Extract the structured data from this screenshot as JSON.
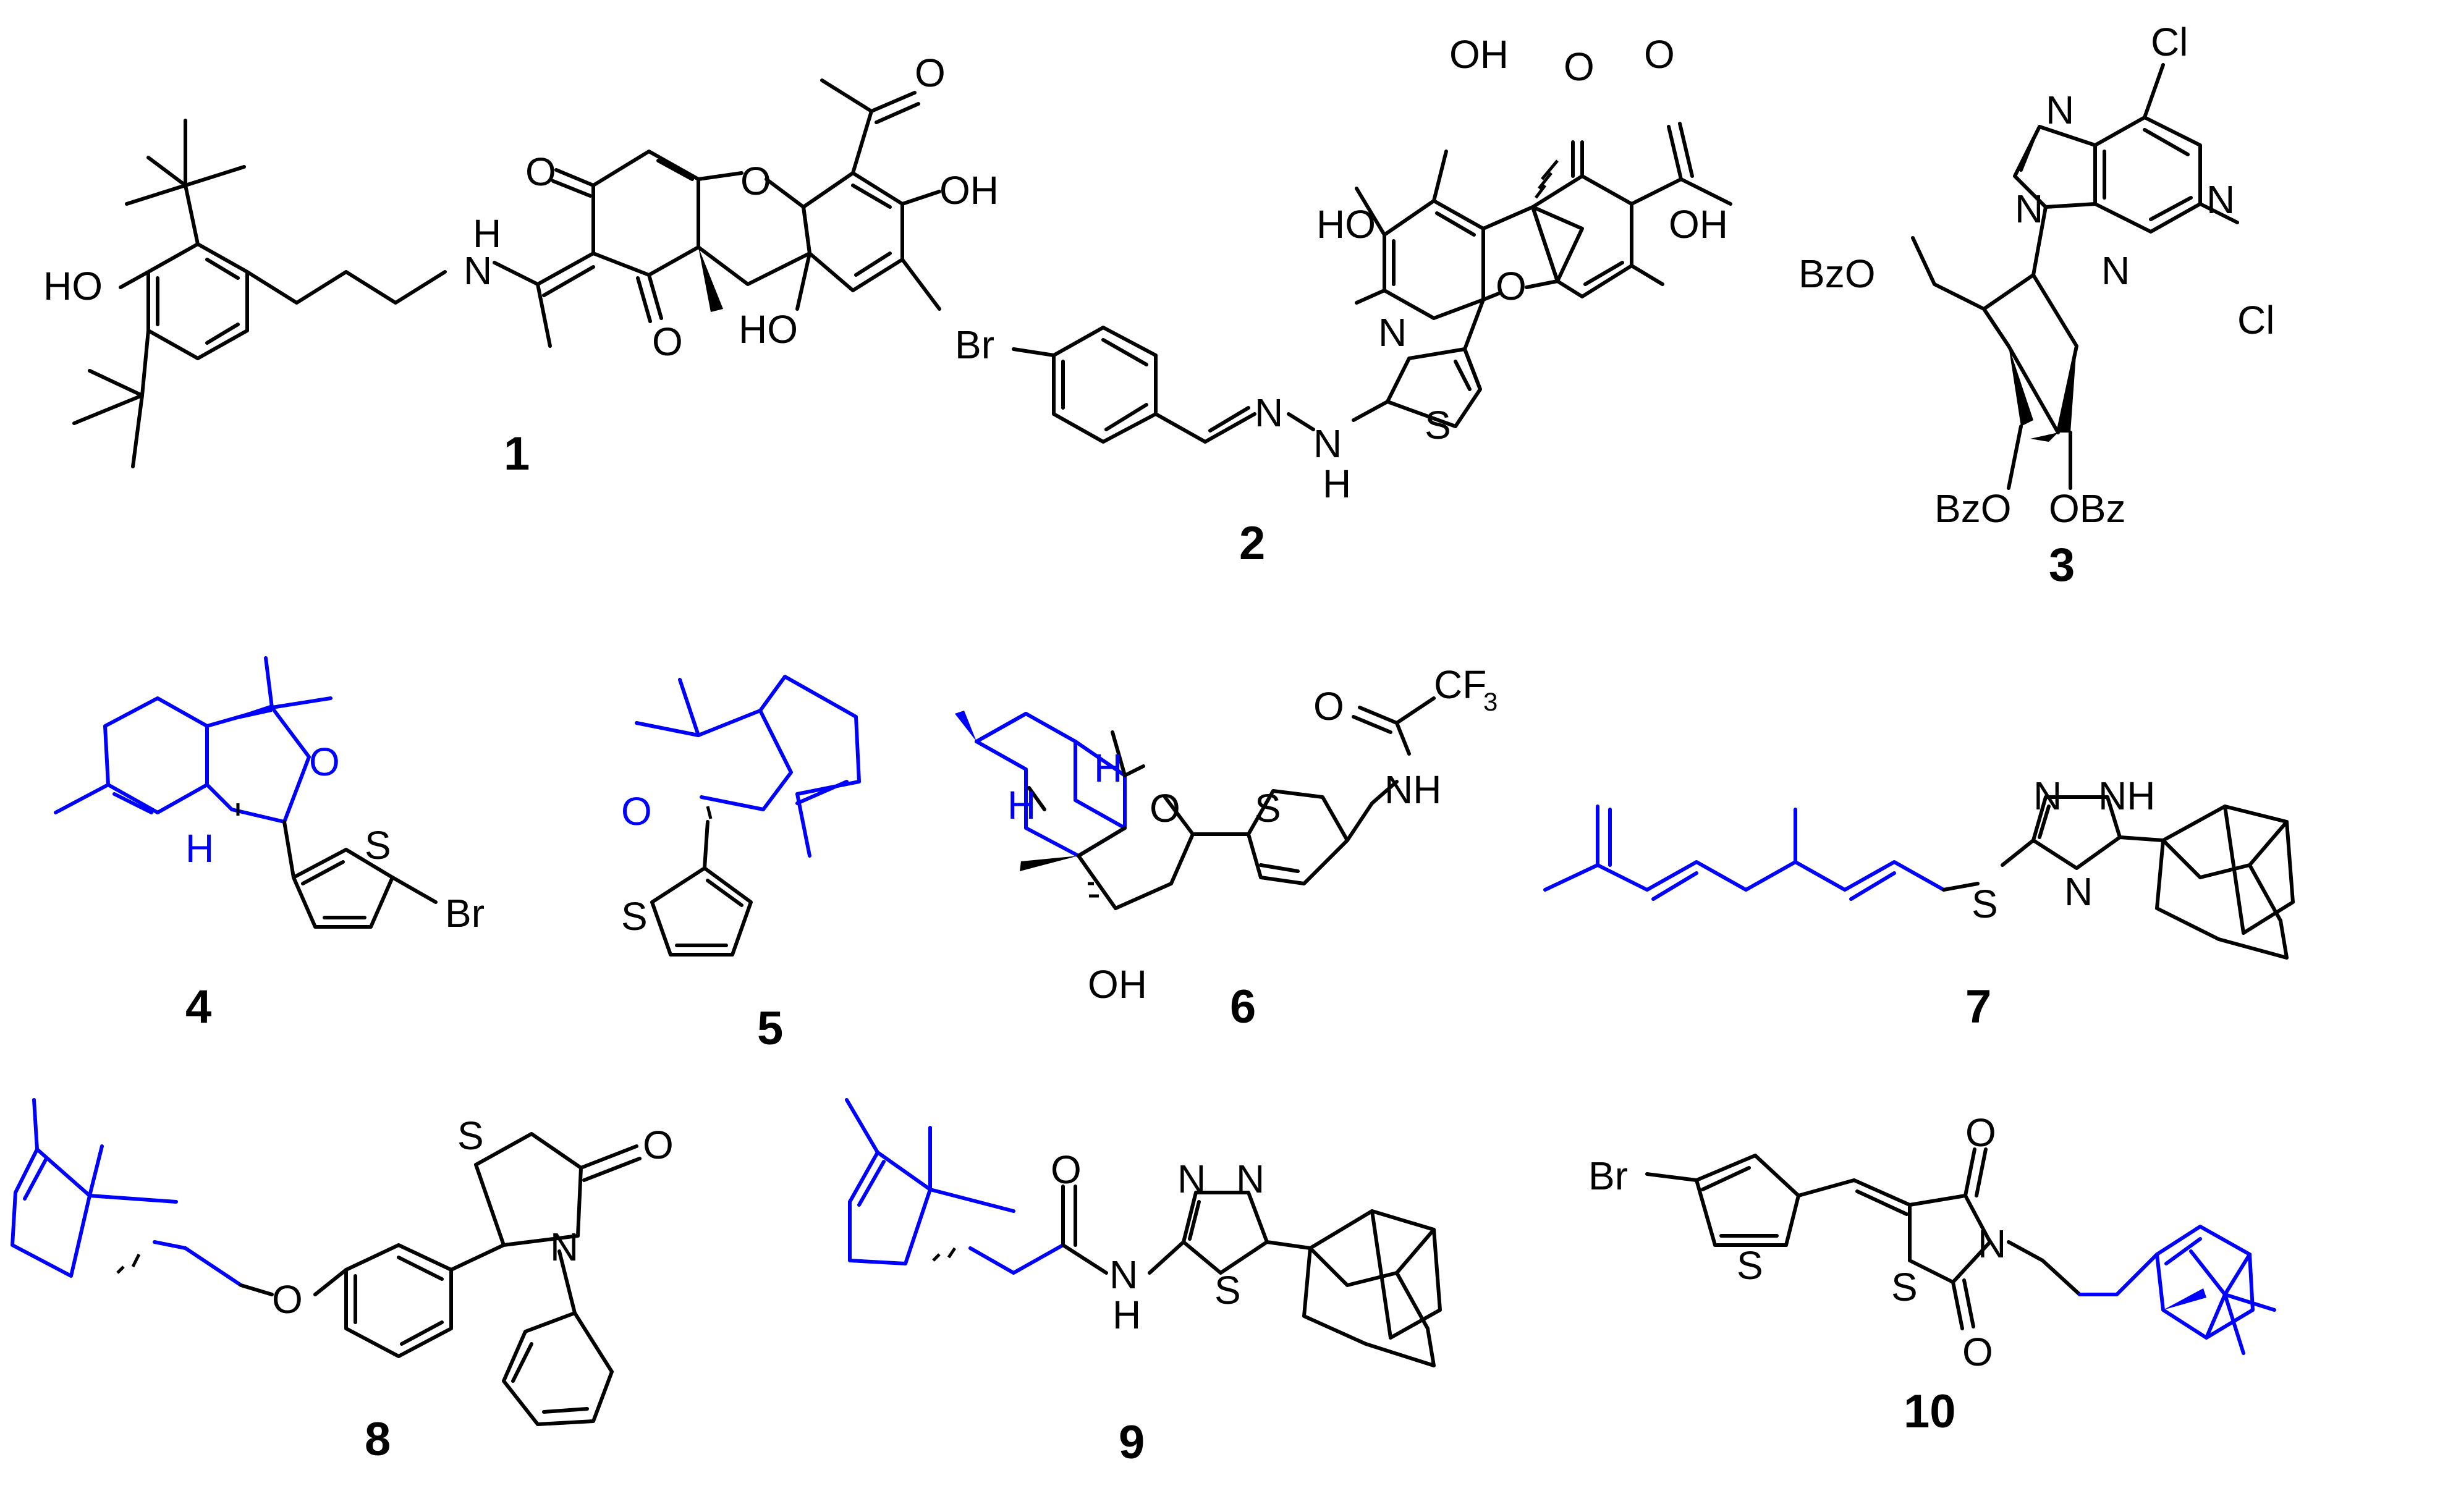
{
  "colors": {
    "standard_bond": "#000000",
    "terpene_fragment": "#0000ff",
    "background": "#ffffff"
  },
  "compounds": [
    {
      "number": "1",
      "atoms": [
        "HO",
        "N",
        "H",
        "O",
        "O",
        "O",
        "O",
        "OH",
        "HO"
      ]
    },
    {
      "number": "2",
      "atoms": [
        "OH",
        "O",
        "O",
        "HO",
        "OH",
        "O",
        "N",
        "S",
        "Br",
        "N",
        "N",
        "H"
      ]
    },
    {
      "number": "3",
      "atoms": [
        "Cl",
        "N",
        "N",
        "N",
        "N",
        "Cl",
        "BzO",
        "BzO",
        "OBz"
      ]
    },
    {
      "number": "4",
      "atoms": [
        "O",
        "H",
        "S",
        "Br"
      ]
    },
    {
      "number": "5",
      "atoms": [
        "O",
        "S"
      ]
    },
    {
      "number": "6",
      "atoms": [
        "O",
        "CF",
        "3",
        "NH",
        "H",
        "H",
        "O",
        "S",
        "OH"
      ]
    },
    {
      "number": "7",
      "atoms": [
        "N",
        "NH",
        "N",
        "S"
      ]
    },
    {
      "number": "8",
      "atoms": [
        "S",
        "O",
        "N",
        "O"
      ]
    },
    {
      "number": "9",
      "atoms": [
        "O",
        "N",
        "N",
        "S",
        "N",
        "H"
      ]
    },
    {
      "number": "10",
      "atoms": [
        "Br",
        "S",
        "O",
        "N",
        "S",
        "O"
      ]
    }
  ]
}
